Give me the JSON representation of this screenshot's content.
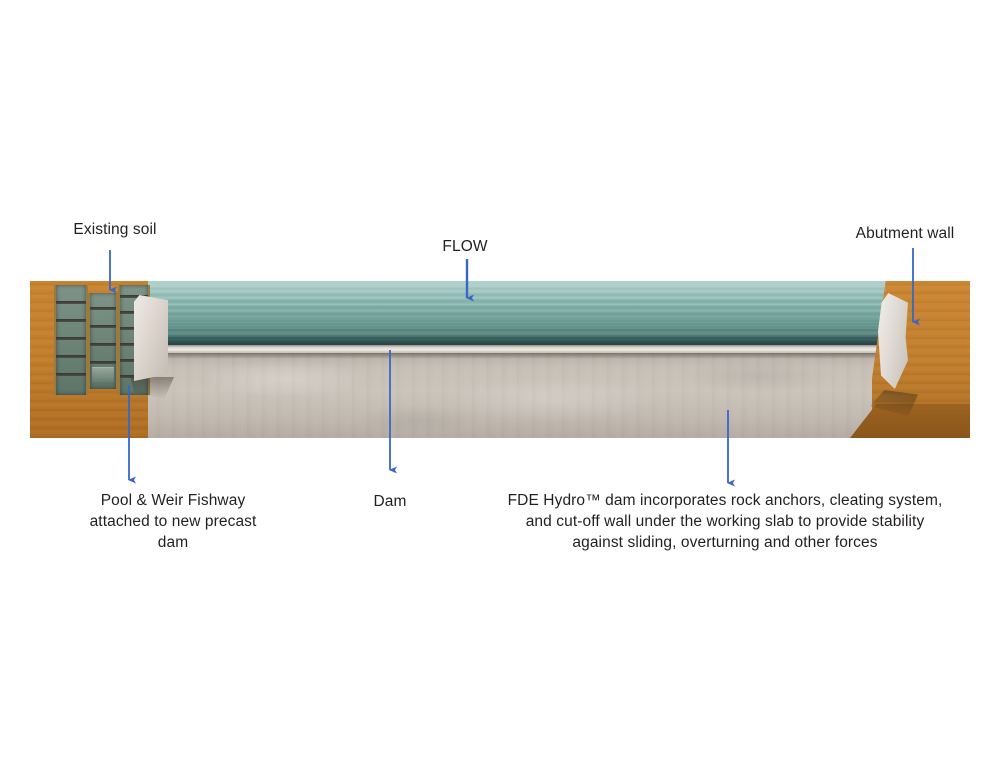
{
  "figure": {
    "title": "FDE Hydro dam cross-section with pool and weir fishway",
    "annotations": [
      {
        "id": "existing-soil",
        "label": "Existing soil",
        "arrow_direction": "up",
        "position": "top-left"
      },
      {
        "id": "flow",
        "label": "FLOW",
        "arrow_direction": "down",
        "position": "top-center"
      },
      {
        "id": "abutment-wall",
        "label": "Abutment wall",
        "arrow_direction": "up",
        "position": "top-right"
      },
      {
        "id": "fishway",
        "label": "Pool & Weir Fishway\nattached to new precast\ndam",
        "arrow_direction": "down",
        "position": "bottom-left"
      },
      {
        "id": "dam",
        "label": "Dam",
        "arrow_direction": "down",
        "position": "bottom-center"
      },
      {
        "id": "fde-hydro",
        "label": "FDE Hydro™ dam incorporates rock anchors, cleating system,\nand cut-off wall under the working slab to provide stability\nagainst sliding, overturning and other forces",
        "arrow_direction": "down",
        "position": "bottom-right"
      }
    ],
    "colors": {
      "arrow": "#3A66C8",
      "soil": "#C8832F",
      "water_surface": "#AFD0CB",
      "water_deep": "#3F6A66",
      "concrete": "#C7C0B7",
      "abutment": "#E2DDD6",
      "text": "#231F20",
      "background": "#FFFFFF"
    },
    "scene_parts": [
      {
        "name": "existing-soil-left-bank"
      },
      {
        "name": "existing-soil-right-bank"
      },
      {
        "name": "impounded-water"
      },
      {
        "name": "dam-crest"
      },
      {
        "name": "working-slab"
      },
      {
        "name": "pool-and-weir-fishway"
      },
      {
        "name": "precast-dam-face"
      },
      {
        "name": "abutment-wall"
      }
    ]
  }
}
